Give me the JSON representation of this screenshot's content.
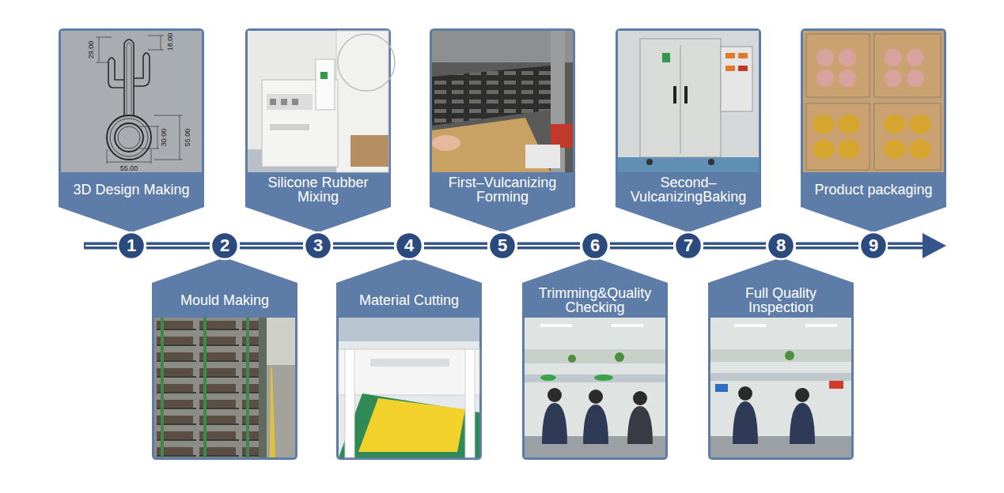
{
  "diagram": {
    "nodes": [
      {
        "text": [
          "3D Design Making"
        ]
      },
      {
        "text": [
          "Mould Making"
        ]
      },
      {
        "text": [
          "Silicone Rubber Mixing"
        ]
      },
      {
        "text": [
          "Material Cutting"
        ]
      },
      {
        "text": [
          "First–Vulcanizing Forming"
        ]
      },
      {
        "text": [
          "Trimming&Quality Checking"
        ]
      },
      {
        "text": [
          "Second– VulcanizingBaking"
        ]
      },
      {
        "text": [
          "Full Quality Inspection"
        ]
      },
      {
        "text": [
          "Product packaging"
        ]
      },
      {
        "text": [
          "1"
        ]
      },
      {
        "text": [
          "2"
        ]
      },
      {
        "text": [
          "3"
        ]
      },
      {
        "text": [
          "4"
        ]
      },
      {
        "text": [
          "5"
        ]
      },
      {
        "text": [
          "6"
        ]
      },
      {
        "text": [
          "7"
        ]
      },
      {
        "text": [
          "8"
        ]
      },
      {
        "text": [
          "9"
        ]
      }
    ],
    "edges": [
      {
        "from": 9,
        "to": 10,
        "arrow": "none"
      },
      {
        "from": 10,
        "to": 11,
        "arrow": "none"
      },
      {
        "from": 11,
        "to": 12,
        "arrow": "none"
      },
      {
        "from": 12,
        "to": 13,
        "arrow": "none"
      },
      {
        "from": 13,
        "to": 14,
        "arrow": "none"
      },
      {
        "from": 14,
        "to": 15,
        "arrow": "none"
      },
      {
        "from": 15,
        "to": 16,
        "arrow": "none"
      },
      {
        "from": 16,
        "to": 17,
        "arrow": "none"
      }
    ],
    "labels": [
      "29.00",
      "18.00",
      "30.00",
      "55.00",
      "55.00"
    ]
  }
}
